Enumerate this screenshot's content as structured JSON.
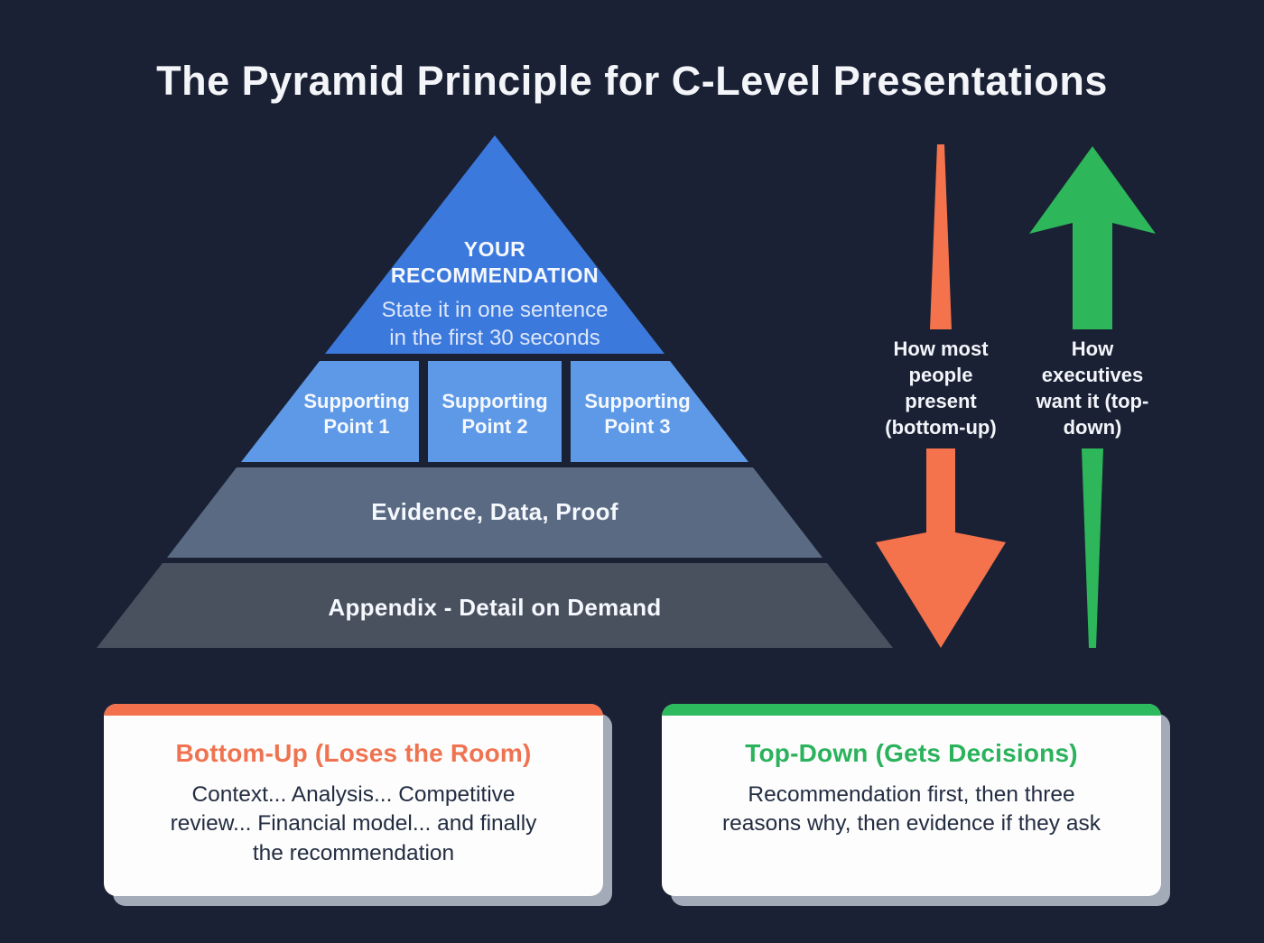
{
  "title": "The Pyramid Principle for C-Level Presentations",
  "pyramid": {
    "level1": {
      "heading": "YOUR RECOMMENDATION",
      "sub_lines": [
        "State it in one sentence",
        "in the first 30 seconds"
      ]
    },
    "level2": {
      "points": [
        "Supporting Point 1",
        "Supporting Point 2",
        "Supporting Point 3"
      ]
    },
    "level3": {
      "label": "Evidence, Data, Proof"
    },
    "level4": {
      "label": "Appendix - Detail on Demand"
    }
  },
  "arrows": {
    "bottom_up": {
      "label": "How most people present (bottom-up)"
    },
    "top_down": {
      "label": "How executives want it (top-down)"
    }
  },
  "cards": {
    "bottom_up": {
      "title": "Bottom-Up (Loses the Room)",
      "lines": [
        "Context... Analysis... Competitive",
        "review... Financial model... and finally",
        "the recommendation"
      ]
    },
    "top_down": {
      "title": "Top-Down (Gets Decisions)",
      "lines": [
        "Recommendation first, then three",
        "reasons why, then evidence if they ask"
      ]
    }
  },
  "colors": {
    "background": "#1a2134",
    "level1": "#3c79dd",
    "level2": "#5e99e7",
    "level3": "#5a6a83",
    "level4": "#49515f",
    "orange": "#f4724c",
    "green": "#2db65a",
    "card_bg": "#fdfdfd",
    "card_text": "#232d42",
    "card_shadow": "#a3aab8",
    "title_text": "#f3f5f9"
  }
}
